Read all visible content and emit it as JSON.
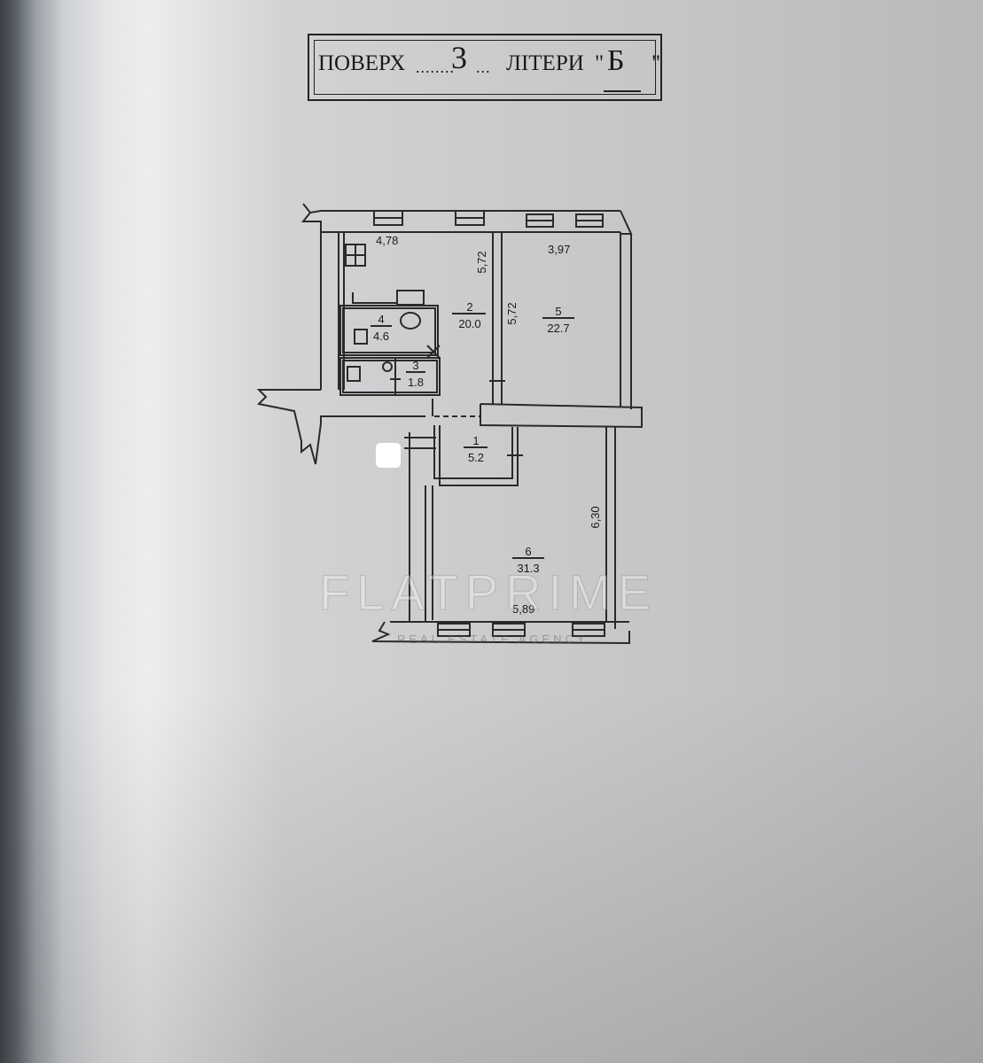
{
  "header": {
    "label_floor": "ПОВЕРХ",
    "dots_1": "........",
    "floor_number": "3",
    "dots_2": "...",
    "label_letter": "ЛІТЕРИ",
    "quote_open": "\"",
    "letter": "Б",
    "quote_close": "\""
  },
  "plan": {
    "dimensions": {
      "top_room2": "4,78",
      "top_room5": "3,97",
      "room2_side": "5,72",
      "room5_side": "5,72",
      "room6_side": "6,30",
      "room6_bottom": "5,89"
    },
    "rooms": [
      {
        "number": "1",
        "area": "5.2"
      },
      {
        "number": "2",
        "area": "20.0"
      },
      {
        "number": "3",
        "area": "1.8"
      },
      {
        "number": "4",
        "area": "4.6"
      },
      {
        "number": "5",
        "area": "22.7"
      },
      {
        "number": "6",
        "area": "31.3"
      }
    ]
  },
  "watermark": {
    "brand": "FLATPRIME",
    "tagline": "REAL ESTATE AGENCY"
  }
}
